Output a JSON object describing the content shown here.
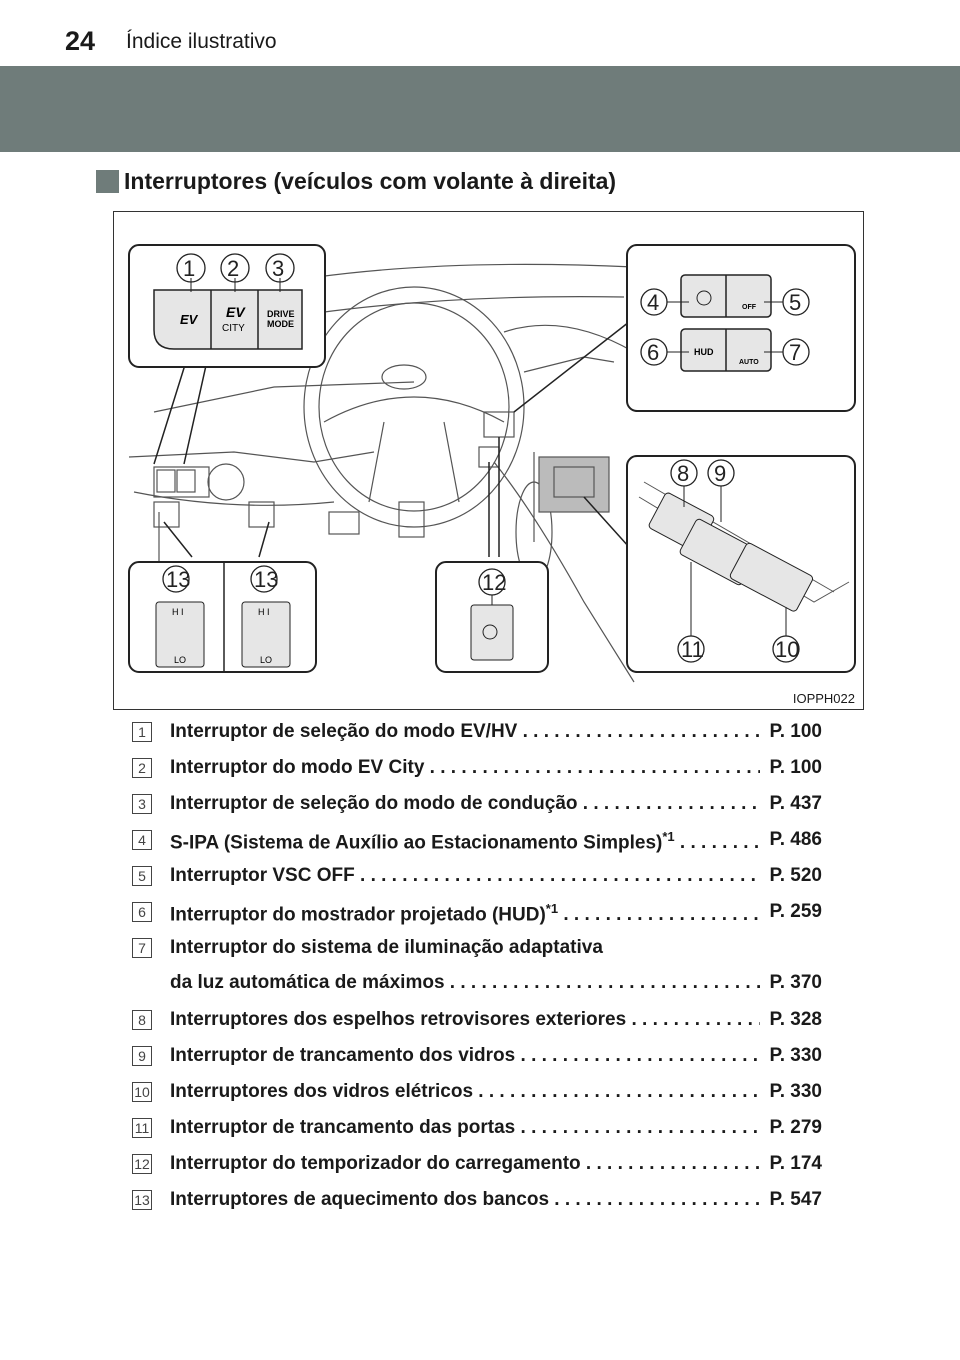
{
  "header": {
    "page_number": "24",
    "title": "Índice ilustrativo"
  },
  "section": {
    "heading": "Interruptores (veículos com volante à direita)"
  },
  "figure": {
    "code": "IOPPH022",
    "callouts": [
      "1",
      "2",
      "3",
      "4",
      "5",
      "6",
      "7",
      "8",
      "9",
      "10",
      "11",
      "12",
      "13"
    ],
    "button_labels": {
      "ev": "EV",
      "ev_city": "CITY",
      "drive_mode": "DRIVE MODE",
      "hud": "HUD",
      "auto": "AUTO",
      "off": "OFF",
      "hi": "H I",
      "lo": "LO"
    }
  },
  "items": [
    {
      "num": "1",
      "text": "Interruptor de seleção do modo EV/HV",
      "page": "P. 100"
    },
    {
      "num": "2",
      "text": "Interruptor do modo EV City",
      "page": "P. 100"
    },
    {
      "num": "3",
      "text": "Interruptor de seleção do modo de condução",
      "page": "P. 437"
    },
    {
      "num": "4",
      "text": "S-IPA (Sistema de Auxílio ao Estacionamento Simples)",
      "sup": "*1",
      "page": "P. 486"
    },
    {
      "num": "5",
      "text": "Interruptor VSC OFF",
      "page": "P. 520"
    },
    {
      "num": "6",
      "text": "Interruptor do mostrador projetado (HUD)",
      "sup": "*1",
      "page": "P. 259"
    },
    {
      "num": "7",
      "line1": "Interruptor do sistema de iluminação adaptativa",
      "text": "da luz automática de máximos",
      "page": "P. 370"
    },
    {
      "num": "8",
      "text": "Interruptores dos espelhos retrovisores exteriores",
      "page": "P. 328"
    },
    {
      "num": "9",
      "text": "Interruptor de trancamento dos vidros",
      "page": "P. 330"
    },
    {
      "num": "10",
      "text": "Interruptores dos vidros elétricos",
      "page": "P. 330"
    },
    {
      "num": "11",
      "text": "Interruptor de trancamento das portas",
      "page": "P. 279"
    },
    {
      "num": "12",
      "text": "Interruptor do temporizador do carregamento",
      "page": "P. 174"
    },
    {
      "num": "13",
      "text": "Interruptores de aquecimento dos bancos",
      "page": "P. 547"
    }
  ]
}
